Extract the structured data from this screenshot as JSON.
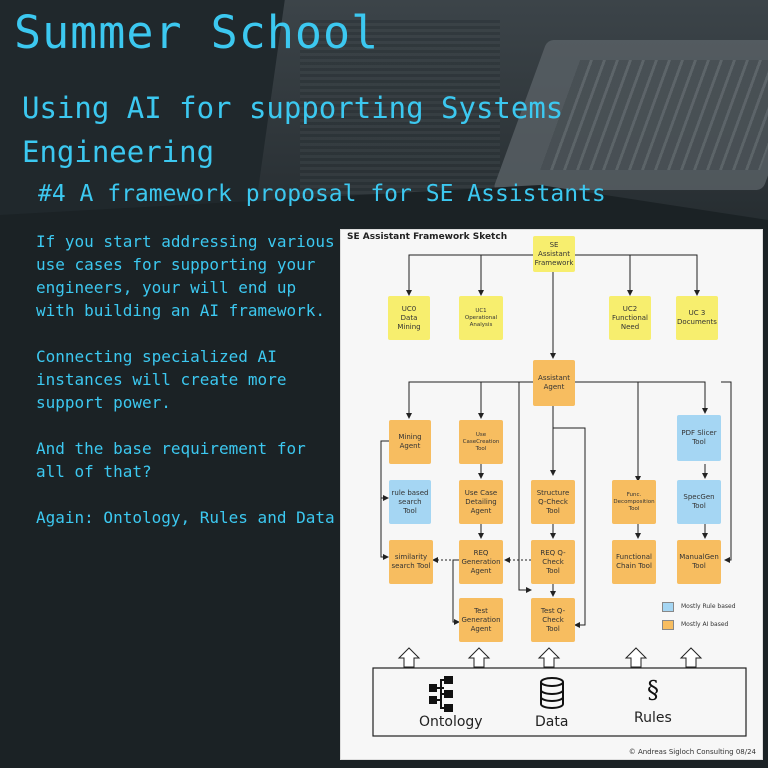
{
  "header": {
    "title": "Summer School",
    "subtitle": "Using AI for supporting Systems Engineering",
    "episode": "#4 A framework proposal for SE Assistants"
  },
  "body": {
    "paragraphs": [
      "If you start addressing various use cases for supporting your engineers, your will end up with building an AI framework.",
      "Connecting specialized AI instances will create more support power.",
      "And the base requirement for all of that?",
      "Again: Ontology, Rules and Data"
    ]
  },
  "diagram": {
    "title": "SE Assistant Framework Sketch",
    "nodes": {
      "framework": "SE\nAssistant\nFramework",
      "uc0": "UC0\nData\nMining",
      "uc1": "UC1\nOperational\nAnalysis",
      "uc2": "UC2\nFunctional\nNeed",
      "uc3": "UC 3\nDocuments",
      "agent": "Assistant\nAgent",
      "mining_agent": "Mining\nAgent",
      "usecase_creation": "Use\nCaseCreation\nTool",
      "pdf_slicer": "PDF Slicer\nTool",
      "rule_search": "rule based\nsearch\nTool",
      "usecase_detailing": "Use Case\nDetailing\nAgent",
      "structure_check": "Structure\nQ-Check\nTool",
      "func_decomp": "Func.\nDecomposition\nTool",
      "specgen": "SpecGen\nTool",
      "similarity_search": "similarity\nsearch Tool",
      "req_generation": "REQ\nGeneration\nAgent",
      "req_check": "REQ Q-\nCheck\nTool",
      "functional_chain": "Functional\nChain Tool",
      "manualgen": "ManualGen\nTool",
      "test_generation": "Test\nGeneration\nAgent",
      "test_check": "Test Q-\nCheck\nTool"
    },
    "legend": {
      "rule_based": "Mostly Rule based",
      "ai_based": "Mostly AI based"
    },
    "base": {
      "ontology": "Ontology",
      "data": "Data",
      "rules": "Rules"
    },
    "credit": "© Andreas Sigloch Consulting 08/24"
  },
  "colors": {
    "accent": "#3cc8f0",
    "usecase_yellow": "#f7ee6e",
    "ai_orange": "#f7bd60",
    "rule_blue": "#a5d6f3"
  }
}
